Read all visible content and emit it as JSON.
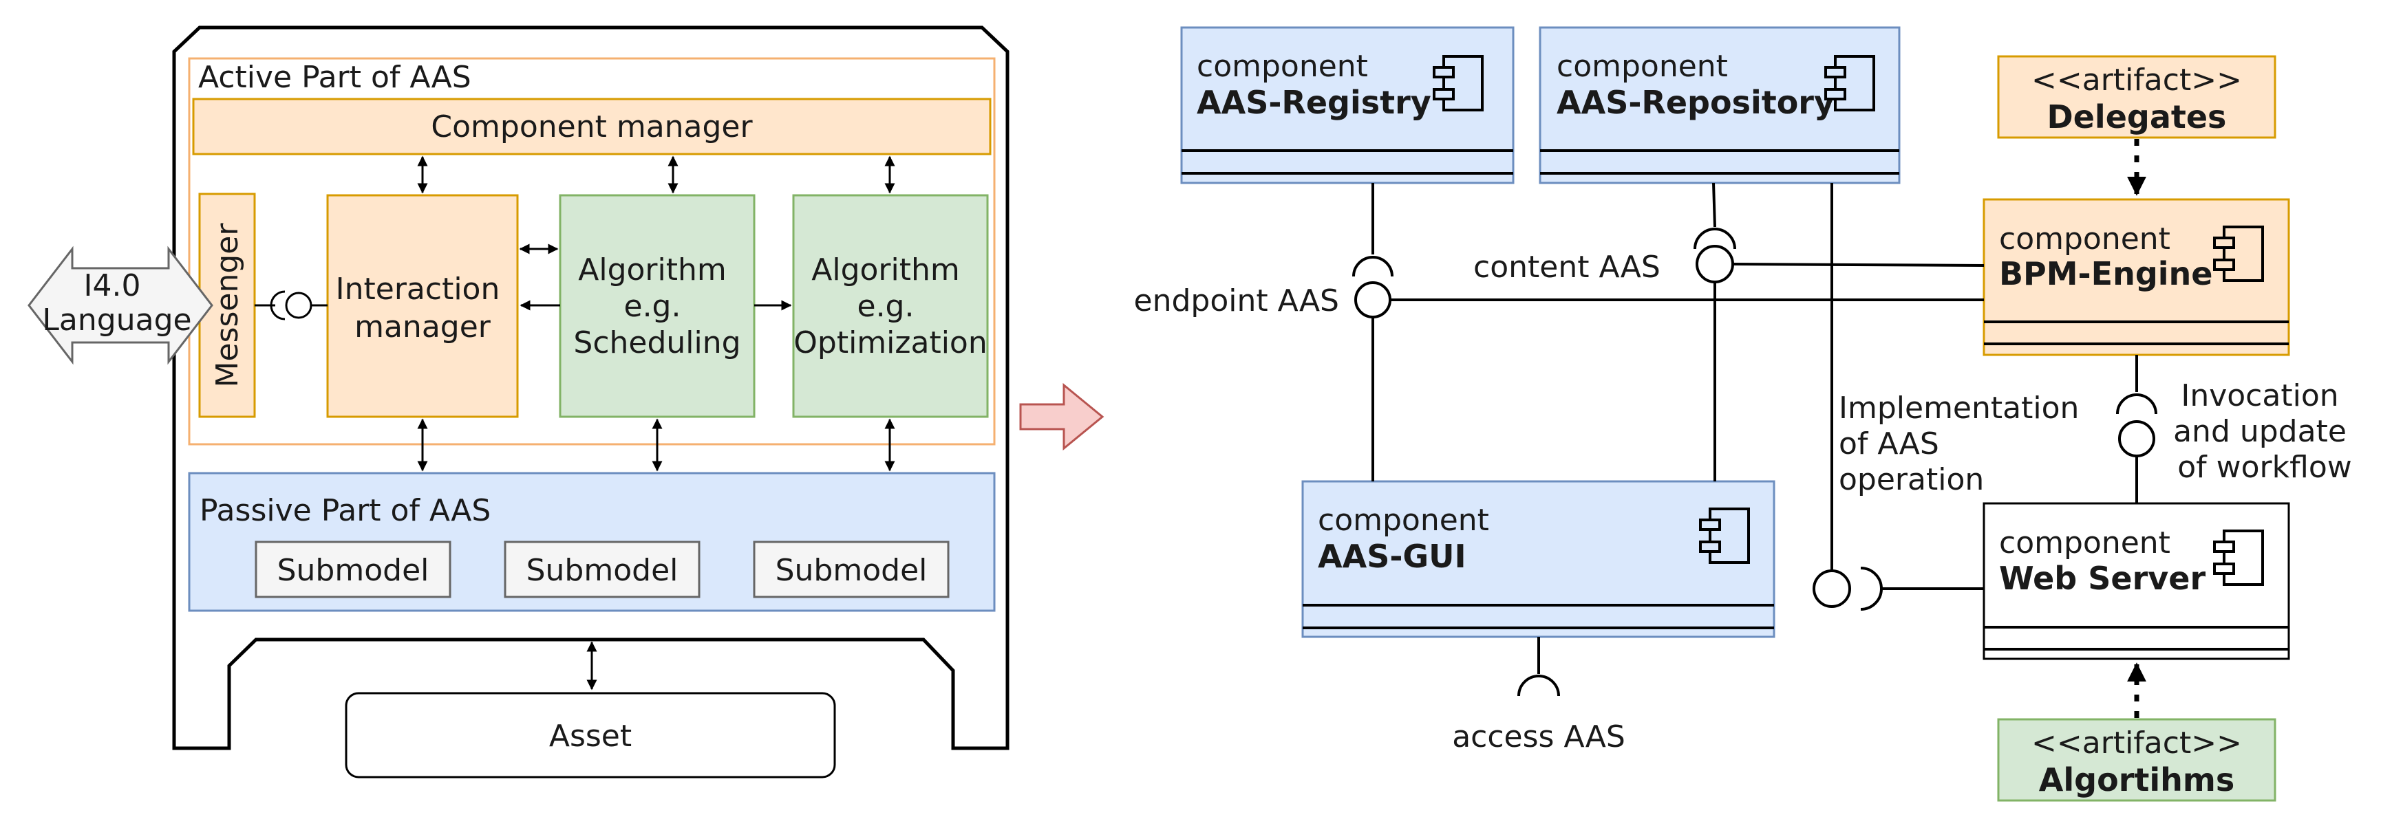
{
  "left": {
    "active_part_title": "Active Part of AAS",
    "component_manager": "Component manager",
    "messenger": "Messenger",
    "interaction_manager": [
      "Interaction",
      "manager"
    ],
    "algorithm_scheduling": [
      "Algorithm",
      "e.g.",
      "Scheduling"
    ],
    "algorithm_optimization": [
      "Algorithm",
      "e.g.",
      "Optimization"
    ],
    "i40_language": [
      "I4.0",
      "Language"
    ],
    "passive_part_title": "Passive Part of AAS",
    "submodels": [
      "Submodel",
      "Submodel",
      "Submodel"
    ],
    "asset": "Asset"
  },
  "right": {
    "registry": {
      "stereotype": "component",
      "name": "AAS-Registry"
    },
    "repository": {
      "stereotype": "component",
      "name": "AAS-Repository"
    },
    "gui": {
      "stereotype": "component",
      "name": "AAS-GUI"
    },
    "bpm_engine": {
      "stereotype": "component",
      "name": "BPM-Engine"
    },
    "web_server": {
      "stereotype": "component",
      "name": "Web Server"
    },
    "delegates": {
      "stereotype": "<<artifact>>",
      "name": "Delegates"
    },
    "algorithms": {
      "stereotype": "<<artifact>>",
      "name": "Algortihms"
    },
    "endpoint_label": "endpoint AAS",
    "content_label": "content AAS",
    "access_label": "access AAS",
    "implementation_label": [
      "Implementation",
      "of AAS",
      "operation"
    ],
    "invocation_label": [
      "Invocation",
      "and update",
      "of workflow"
    ]
  },
  "colors": {
    "blue_fill": "#dae8fc",
    "blue_stroke": "#6c8ebf",
    "orange_fill": "#ffe6cc",
    "orange_stroke": "#d79b00",
    "green_fill": "#d5e8d4",
    "green_stroke": "#82b366",
    "arrow_fill": "#f8cecc",
    "arrow_stroke": "#b85450"
  }
}
